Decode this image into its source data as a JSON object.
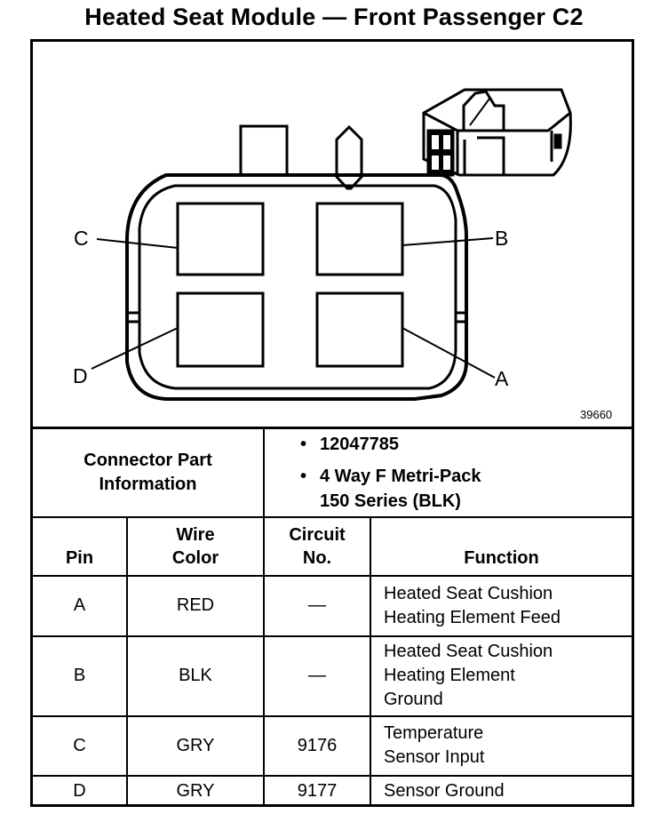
{
  "title": "Heated Seat Module — Front Passenger C2",
  "diagram": {
    "pins": [
      "A",
      "B",
      "C",
      "D"
    ],
    "part_number_label": "39660"
  },
  "connector": {
    "label_line1": "Connector Part",
    "label_line2": "Information",
    "info": [
      {
        "text": "12047785"
      },
      {
        "line1": "4 Way F Metri-Pack",
        "line2": "150 Series (BLK)"
      }
    ]
  },
  "table": {
    "headers": {
      "pin": "Pin",
      "wire_color_1": "Wire",
      "wire_color_2": "Color",
      "circuit_1": "Circuit",
      "circuit_2": "No.",
      "function": "Function"
    },
    "rows": [
      {
        "pin": "A",
        "color": "RED",
        "circuit": "—",
        "function": [
          "Heated Seat Cushion",
          "Heating Element Feed"
        ]
      },
      {
        "pin": "B",
        "color": "BLK",
        "circuit": "—",
        "function": [
          "Heated Seat Cushion",
          "Heating Element",
          "Ground"
        ]
      },
      {
        "pin": "C",
        "color": "GRY",
        "circuit": "9176",
        "function": [
          "Temperature",
          "Sensor Input"
        ]
      },
      {
        "pin": "D",
        "color": "GRY",
        "circuit": "9177",
        "function": [
          "Sensor Ground"
        ]
      }
    ]
  }
}
